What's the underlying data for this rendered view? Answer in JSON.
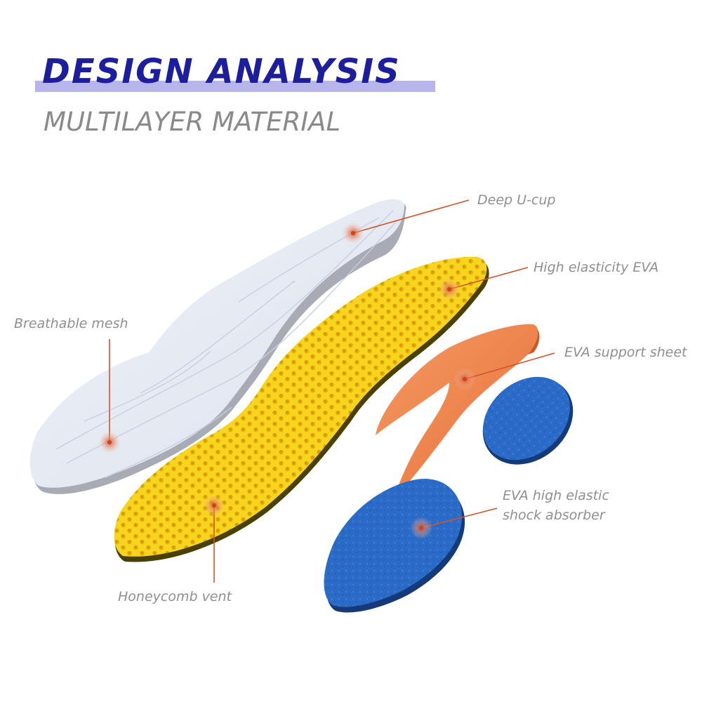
{
  "header": {
    "title": "DESIGN ANALYSIS",
    "subtitle": "MULTILAYER MATERIAL"
  },
  "labels": {
    "deep_u_cup": "Deep U-cup",
    "high_elasticity_eva": "High elasticity EVA",
    "breathable_mesh": "Breathable mesh",
    "eva_support_sheet": "EVA support sheet",
    "shock_absorber_line1": "EVA high elastic",
    "shock_absorber_line2": "shock absorber",
    "honeycomb_vent": "Honeycomb vent"
  },
  "colors": {
    "title": "#1c1e9e",
    "title_bar": "#b7b5ec",
    "subtitle": "#8a8a8a",
    "label": "#8f8f8f",
    "leader_line": "#d4522a",
    "mesh_layer": "#e6eaf2",
    "eva_layer": "#f5d21c",
    "support_sheet": "#f0824a",
    "shock_absorber": "#2a66c4"
  }
}
